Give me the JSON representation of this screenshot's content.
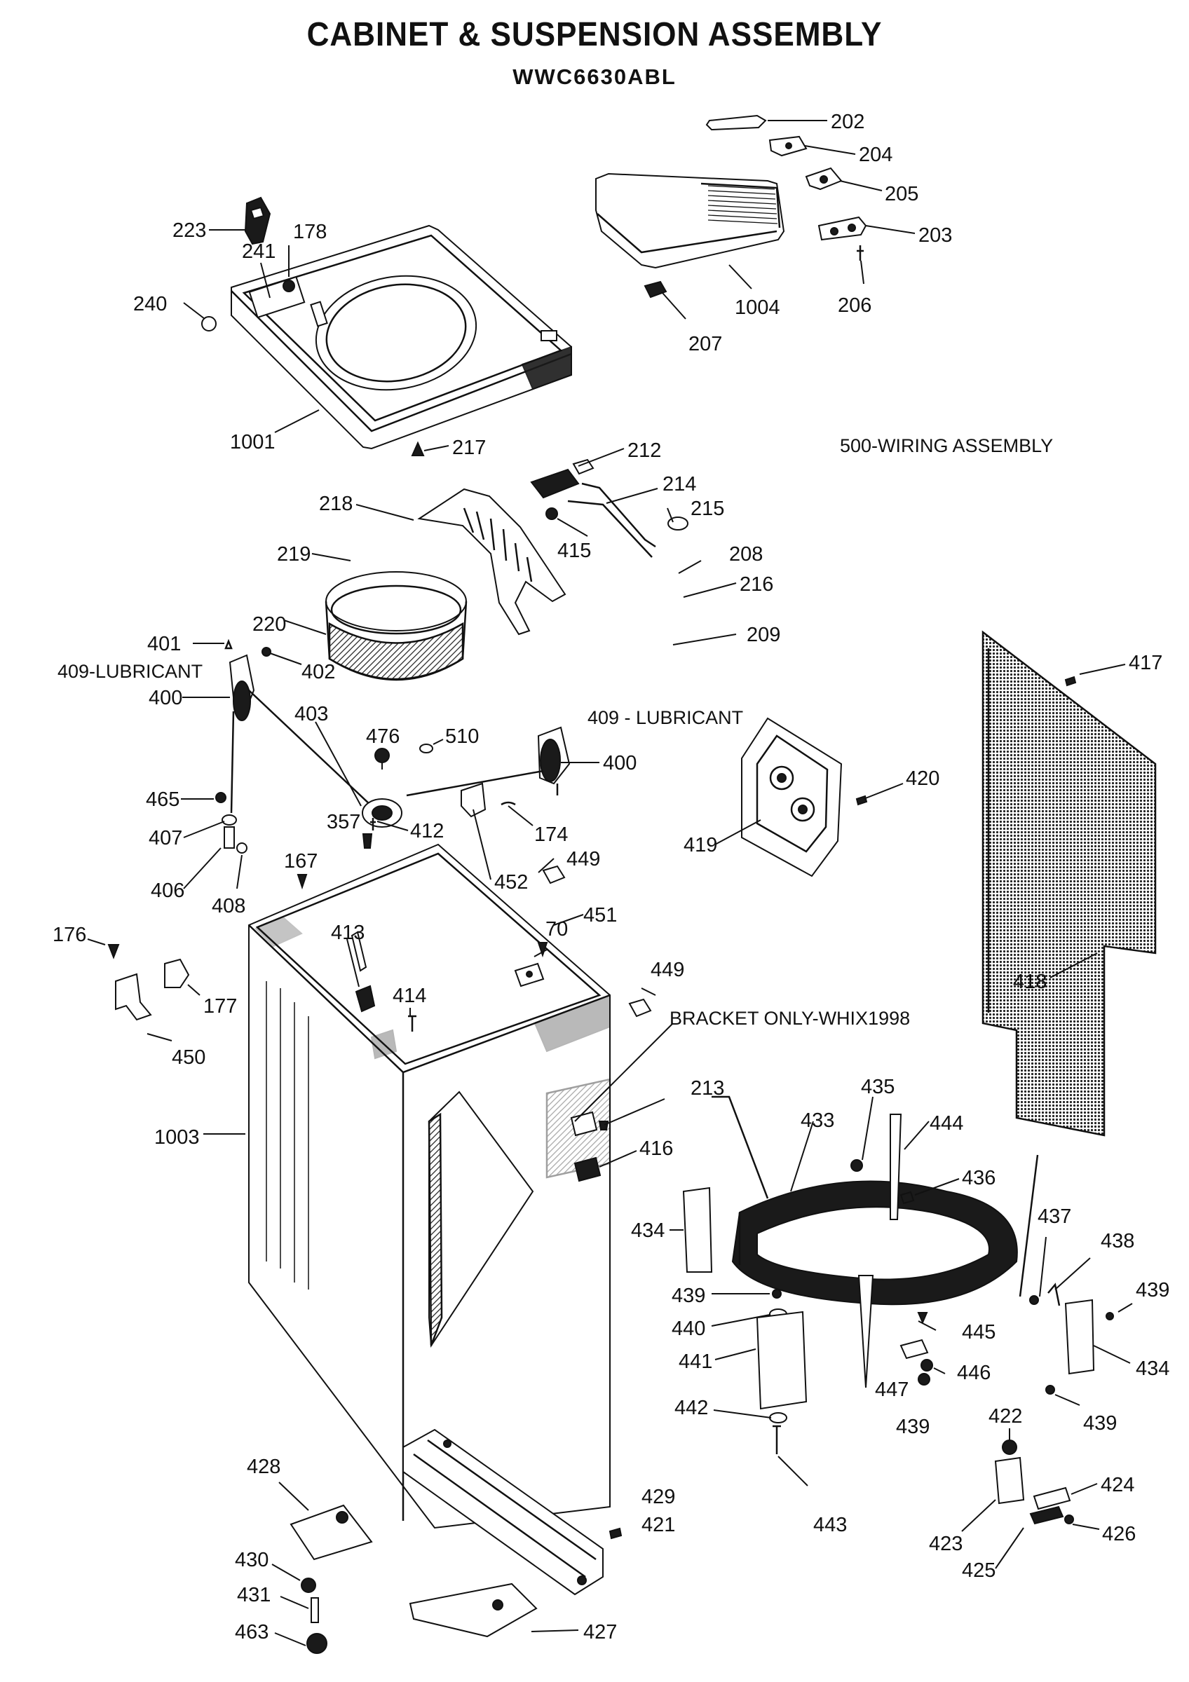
{
  "header": {
    "title": "CABINET & SUSPENSION ASSEMBLY",
    "model": "WWC6630ABL"
  },
  "notes": {
    "wiring": "500-WIRING ASSEMBLY",
    "lubricant_left": "409-LUBRICANT",
    "lubricant_right": "409 - LUBRICANT",
    "bracket_only": "BRACKET ONLY-WHIX1998"
  },
  "callouts": {
    "c202": "202",
    "c204": "204",
    "c205": "205",
    "c203": "203",
    "c206": "206",
    "c1004": "1004",
    "c207": "207",
    "c223": "223",
    "c178": "178",
    "c241": "241",
    "c240": "240",
    "c1001": "1001",
    "c217": "217",
    "c212": "212",
    "c214": "214",
    "c215": "215",
    "c218": "218",
    "c415": "415",
    "c219": "219",
    "c208": "208",
    "c216": "216",
    "c220": "220",
    "c209": "209",
    "c401": "401",
    "c402": "402",
    "c400a": "400",
    "c403": "403",
    "c476": "476",
    "c510": "510",
    "c400b": "400",
    "c417": "417",
    "c465": "465",
    "c420": "420",
    "c407": "407",
    "c357": "357",
    "c412": "412",
    "c174": "174",
    "c419": "419",
    "c167": "167",
    "c406": "406",
    "c408": "408",
    "c452": "452",
    "c449a": "449",
    "c70": "70",
    "c451": "451",
    "c176": "176",
    "c413": "413",
    "c177": "177",
    "c414": "414",
    "c449b": "449",
    "c418": "418",
    "c450": "450",
    "c213": "213",
    "c435": "435",
    "c433": "433",
    "c444": "444",
    "c1003": "1003",
    "c416": "416",
    "c436": "436",
    "c434a": "434",
    "c437": "437",
    "c438": "438",
    "c439a": "439",
    "c439b": "439",
    "c440": "440",
    "c445": "445",
    "c441": "441",
    "c446": "446",
    "c447": "447",
    "c434b": "434",
    "c442": "442",
    "c439c": "439",
    "c439d": "439",
    "c422": "422",
    "c428": "428",
    "c424": "424",
    "c429": "429",
    "c443": "443",
    "c421": "421",
    "c423": "423",
    "c426": "426",
    "c430": "430",
    "c425": "425",
    "c431": "431",
    "c463": "463",
    "c427": "427"
  },
  "colors": {
    "ink": "#111111",
    "paper": "#ffffff"
  }
}
